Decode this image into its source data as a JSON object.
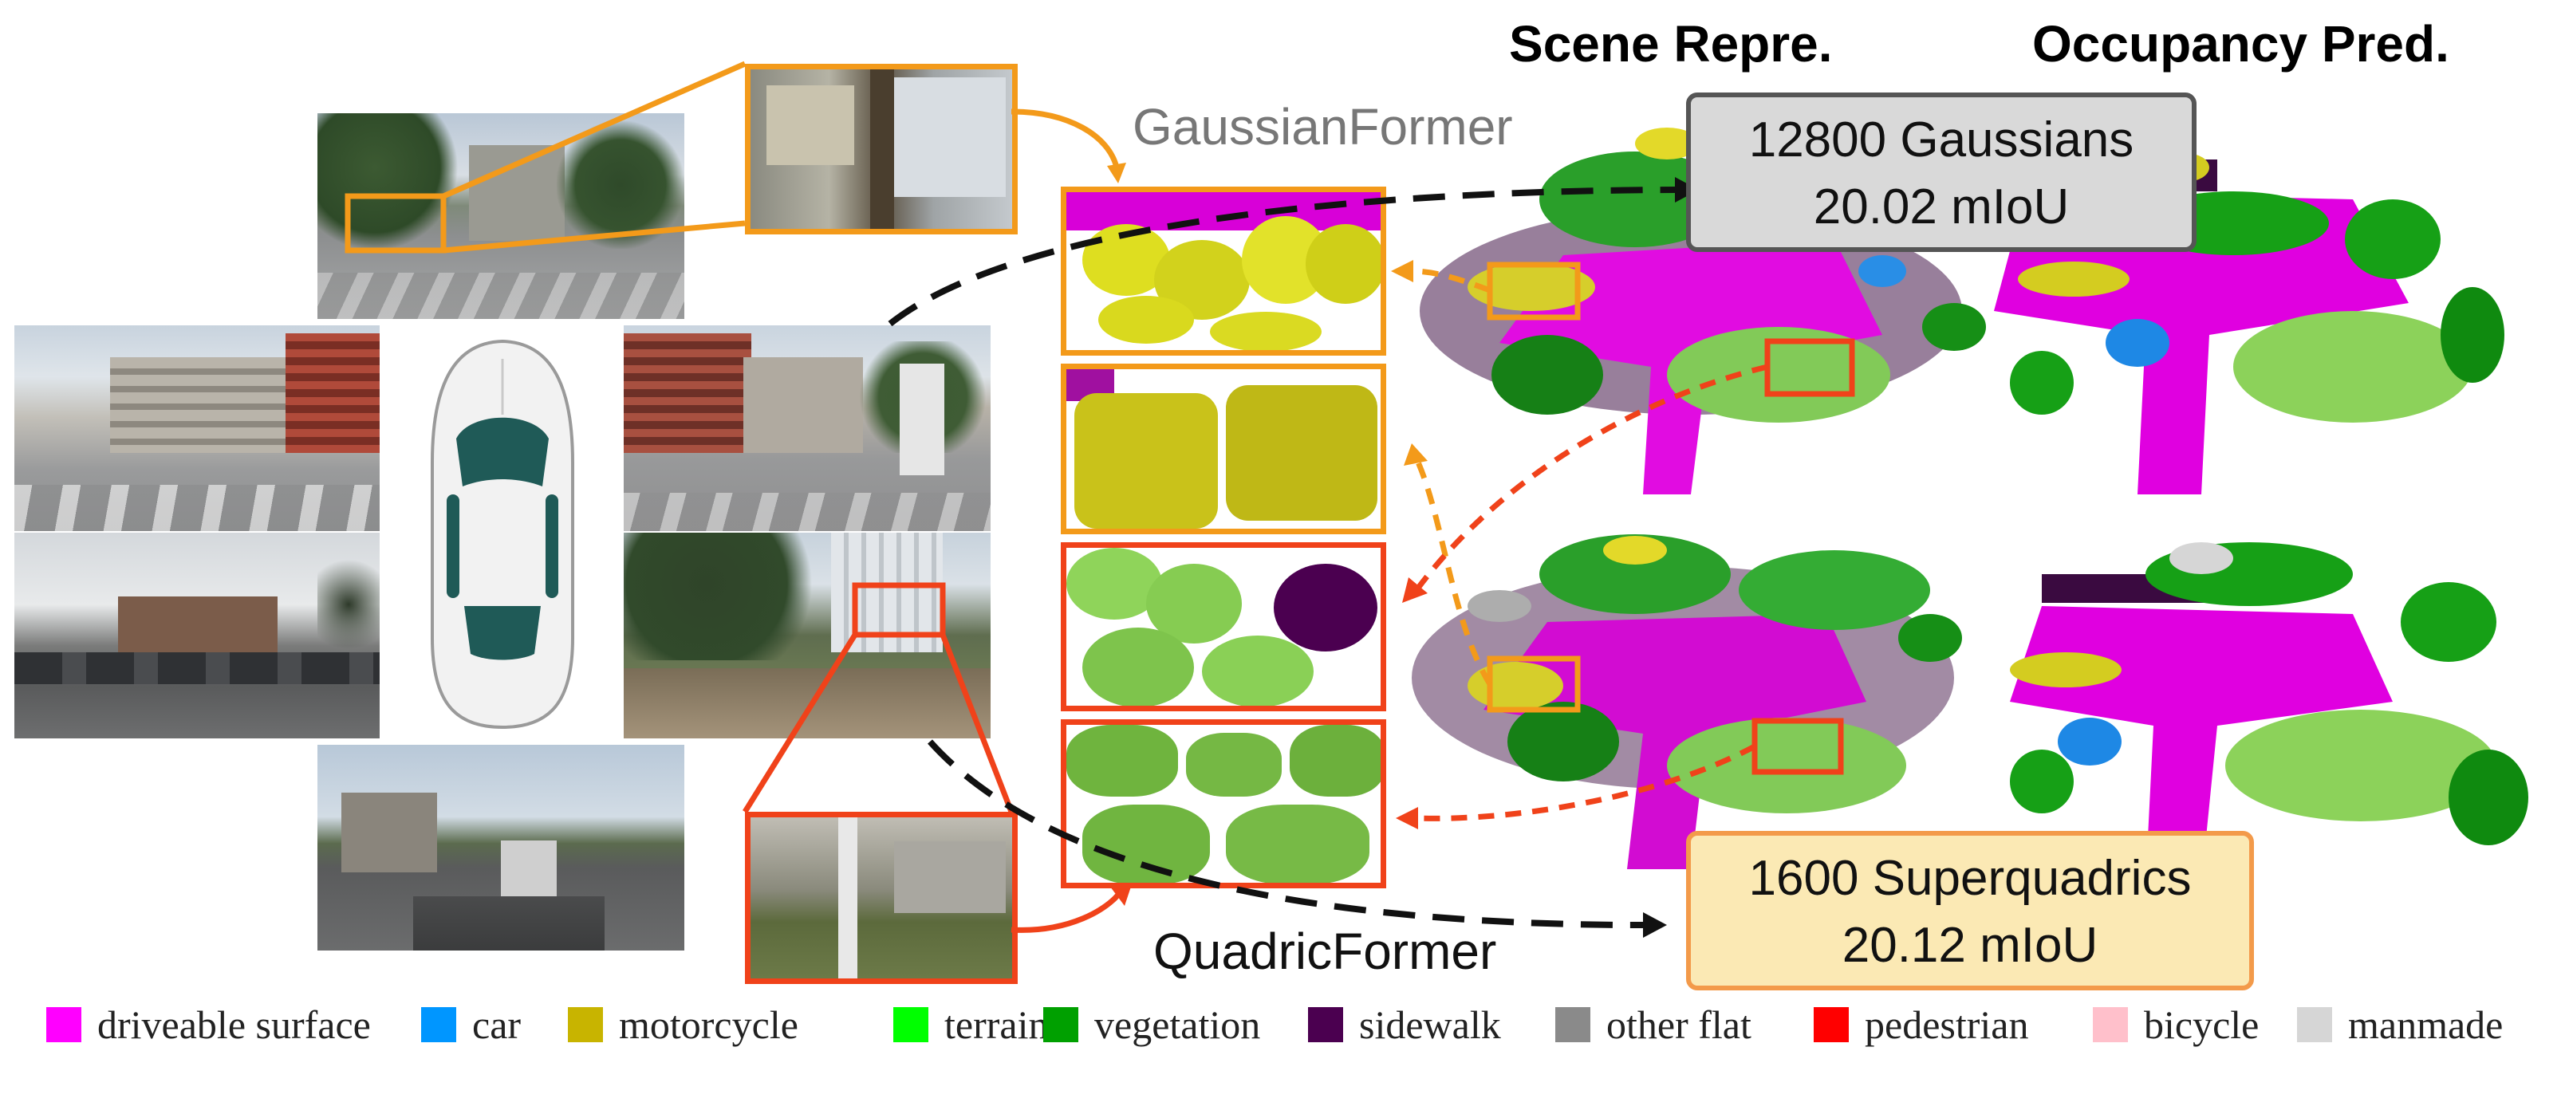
{
  "headers": {
    "scene_repre": "Scene Repre.",
    "occupancy_pred": "Occupancy Pred."
  },
  "methods": {
    "gaussianformer": "GaussianFormer",
    "quadricformer": "QuadricFormer"
  },
  "stats": {
    "gaussians": {
      "line1": "12800 Gaussians",
      "line2": "20.02 mIoU"
    },
    "superquadrics": {
      "line1": "1600 Superquadrics",
      "line2": "20.12 mIoU"
    }
  },
  "legend": [
    {
      "label": "driveable surface",
      "color": "#ff00ff"
    },
    {
      "label": "car",
      "color": "#0096ff"
    },
    {
      "label": "motorcycle",
      "color": "#c8b400"
    },
    {
      "label": "terrain",
      "color": "#00ff00"
    },
    {
      "label": "vegetation",
      "color": "#00a000"
    },
    {
      "label": "sidewalk",
      "color": "#4b0050"
    },
    {
      "label": "other flat",
      "color": "#8a8a8a"
    },
    {
      "label": "pedestrian",
      "color": "#ff0000"
    },
    {
      "label": "bicycle",
      "color": "#ffc0cb"
    },
    {
      "label": "manmade",
      "color": "#d6d6d6"
    }
  ],
  "colors": {
    "orange": "#f39a1a",
    "red": "#f0421a",
    "gray_box_fill": "#d9d9d9",
    "yellow_box_fill": "#fbe9b4"
  }
}
